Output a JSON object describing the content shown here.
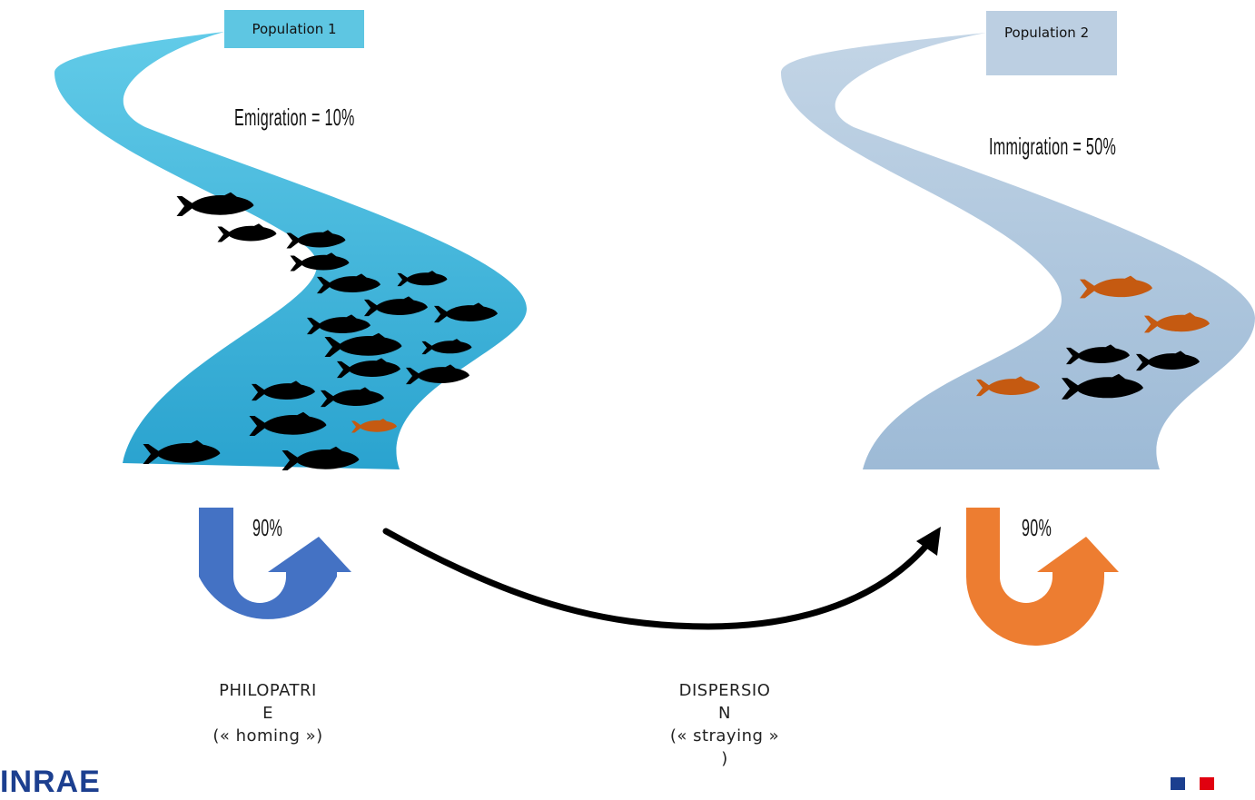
{
  "populations": [
    {
      "label": "Population 1",
      "rate_text": "Emigration = 10%",
      "homing_text": "90%"
    },
    {
      "label": "Population 2",
      "rate_text": "Immigration = 50%",
      "homing_text": "90%"
    }
  ],
  "captions": {
    "philopatry": [
      "PHILOPATRI",
      "E",
      "(« homing »)"
    ],
    "dispersion": [
      "DISPERSIO",
      "N",
      "(« straying »",
      ")"
    ]
  },
  "logo_text": "INRAE",
  "colors": {
    "river1": "#3ab0d8",
    "river2": "#a9c3dd",
    "homing_arrow1": "#4472c4",
    "homing_arrow2": "#ed7d31",
    "resident_fish": "#000000",
    "immigrant_fish": "#c55a11"
  }
}
